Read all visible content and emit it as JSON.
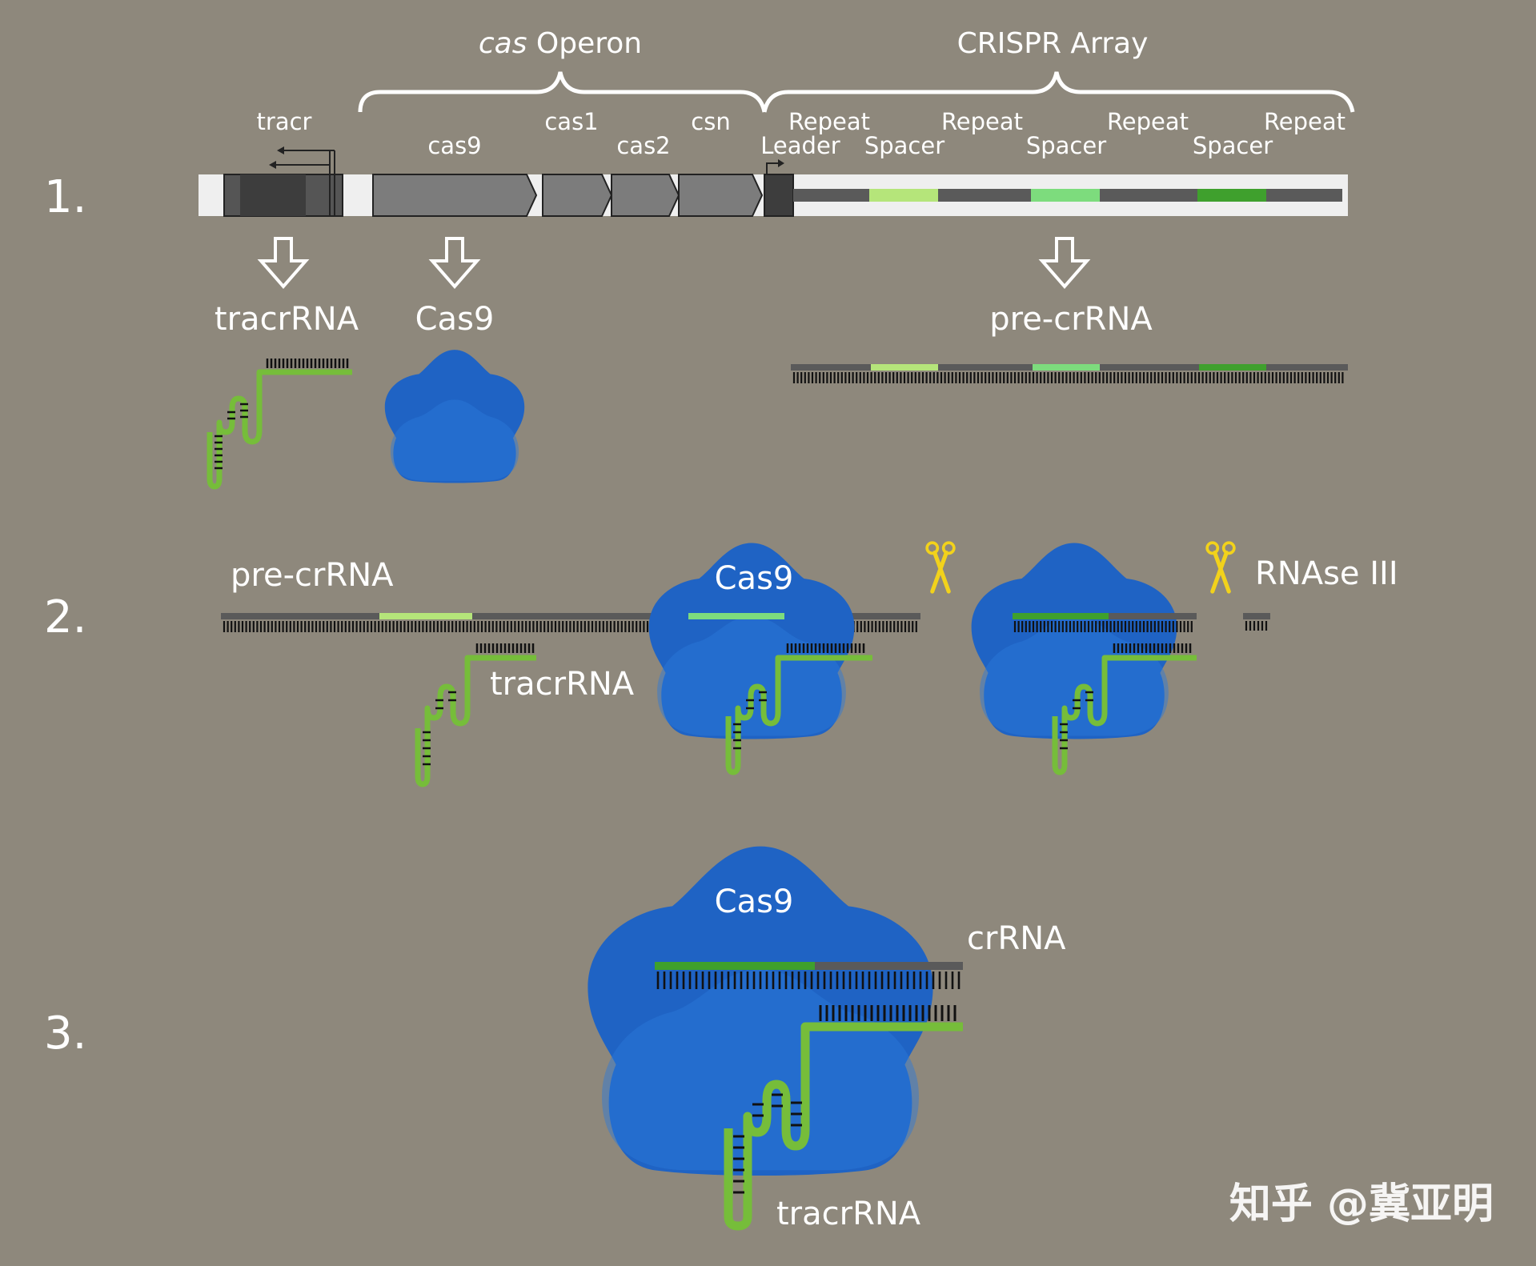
{
  "steps": [
    "1.",
    "2.",
    "3."
  ],
  "operon": {
    "cas_italic": "cas",
    "operon_word": " Operon",
    "crispr_array_title": "CRISPR Array"
  },
  "gene_labels": {
    "tracr": "tracr",
    "cas9": "cas9",
    "cas1": "cas1",
    "cas2": "cas2",
    "csn": "csn",
    "leader": "Leader",
    "repeat": "Repeat",
    "spacer": "Spacer"
  },
  "products": {
    "tracrRNA": "tracrRNA",
    "Cas9": "Cas9",
    "pre_crRNA": "pre-crRNA",
    "crRNA": "crRNA",
    "RNAse_III": "RNAse III"
  },
  "watermark": "知乎 @冀亚明",
  "colors": {
    "background": "#8e887c",
    "cas9_protein": "#1f63c4",
    "cas9_highlight": "#2b79dc",
    "tracr_rna": "#76bd3a",
    "spacer_1": "#b5e57a",
    "spacer_2": "#7ddc7d",
    "spacer_3": "#3fa02d",
    "gene_box": "#7c7c7c",
    "leader_box": "#3d3d3d",
    "rna_backbone": "#5a5a5a",
    "scissors": "#f2d21b"
  }
}
